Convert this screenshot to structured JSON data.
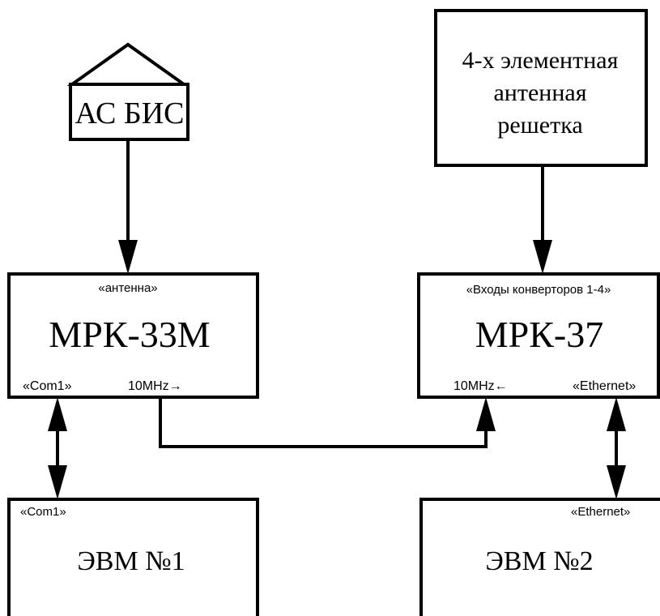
{
  "asbis": {
    "label": "АС БИС"
  },
  "antenna_array": {
    "lines": [
      "4-х элементная",
      "антенная",
      "решетка"
    ]
  },
  "mrk33": {
    "title": "МРК-33М",
    "port_top": "«антенна»",
    "port_com": "«Com1»",
    "port_clock": "10MHz→"
  },
  "mrk37": {
    "title": "МРК-37",
    "port_top": "«Входы конверторов  1-4»",
    "port_clock": "10MHz←",
    "port_eth": "«Ethernet»"
  },
  "pc1": {
    "title": "ЭВМ №1",
    "port": "«Com1»"
  },
  "pc2": {
    "title": "ЭВМ №2",
    "port": "«Ethernet»"
  }
}
